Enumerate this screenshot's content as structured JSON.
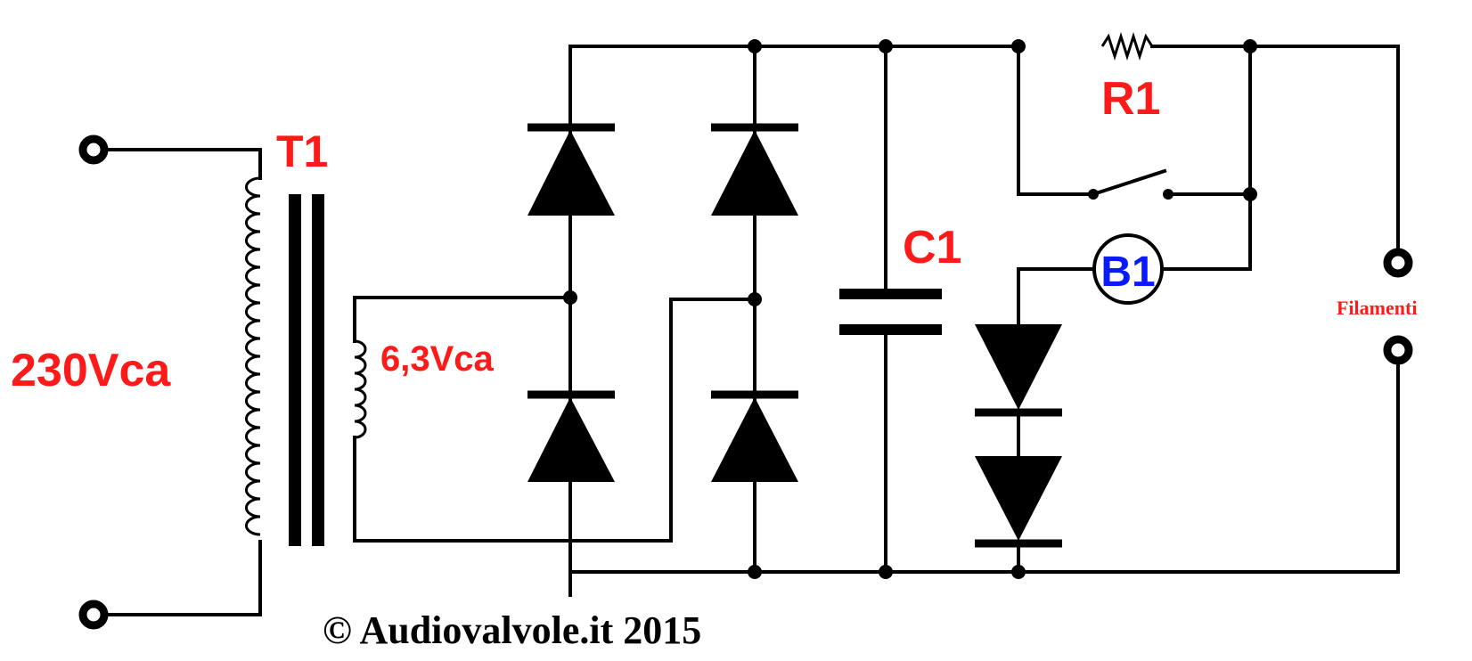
{
  "labels": {
    "input_voltage": "230Vca",
    "transformer": "T1",
    "secondary_voltage": "6,3Vca",
    "capacitor": "C1",
    "resistor": "R1",
    "lamp": "B1",
    "output": "Filamenti",
    "copyright": "© Audiovalvole.it 2015"
  },
  "colors": {
    "label_red": "#ff1a1a",
    "label_blue": "#0a1aff",
    "wire": "#000000"
  }
}
